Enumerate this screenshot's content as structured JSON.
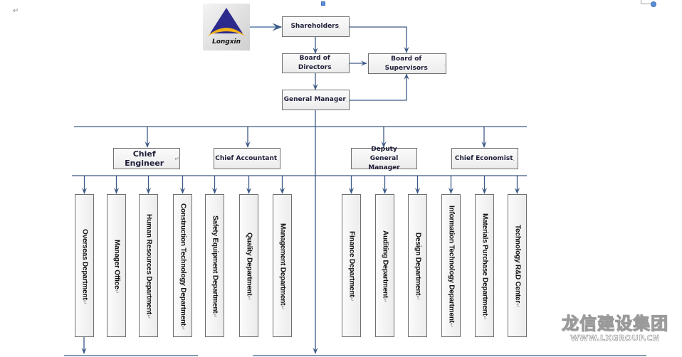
{
  "colors": {
    "connector": "#3d5a87",
    "box_border": "#6f6f6f",
    "handle": "#5b8fd8"
  },
  "logo": {
    "icon": "longxin-triangle-logo",
    "text": "Longxin"
  },
  "executive": {
    "shareholders": "Shareholders",
    "board_of_directors": "Board of Directors",
    "board_of_supervisors": "Board of Supervisors",
    "general_manager": "General Manager"
  },
  "officers": [
    {
      "label": "Chief Engineer"
    },
    {
      "label": "Chief Accountant"
    },
    {
      "label": "Deputy General Manager"
    },
    {
      "label": "Chief Economist"
    }
  ],
  "departments": [
    {
      "label": "Overseas Department"
    },
    {
      "label": "Manager Office"
    },
    {
      "label": "Human Resources Department"
    },
    {
      "label": "Construction Technology Department"
    },
    {
      "label": "Safety Equipment Department"
    },
    {
      "label": "Quality Department"
    },
    {
      "label": "Management Department"
    },
    {
      "label": "Finance Department"
    },
    {
      "label": "Auditing Department"
    },
    {
      "label": "Design Department"
    },
    {
      "label": "Information Technology Department"
    },
    {
      "label": "Materials Purchase Department"
    },
    {
      "label": "Technology R&D Center"
    }
  ],
  "marks": {
    "return": "↵",
    "paragraph_end": "."
  },
  "watermark": {
    "chinese": "龙信建设集团",
    "url": "WWW.LXGROUP.CN"
  }
}
